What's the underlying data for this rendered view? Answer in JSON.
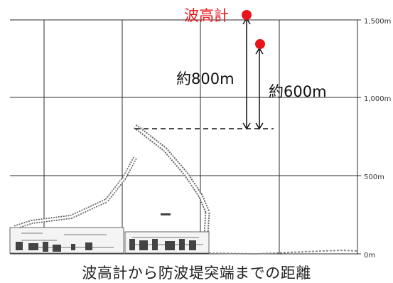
{
  "diagram": {
    "points": {
      "wave_meter": {
        "label": "波高計",
        "color": "#e8141b"
      },
      "second_point": {
        "color": "#e8141b"
      }
    },
    "distances": [
      {
        "label": "約800m"
      },
      {
        "label": "約600m"
      }
    ],
    "scale": {
      "ticks": [
        {
          "label": "1,500m",
          "value": 1500
        },
        {
          "label": "1,000m",
          "value": 1000
        },
        {
          "label": "500m",
          "value": 500
        },
        {
          "label": "0m",
          "value": 0
        }
      ]
    },
    "caption": "波高計から防波堤突端までの距離"
  }
}
